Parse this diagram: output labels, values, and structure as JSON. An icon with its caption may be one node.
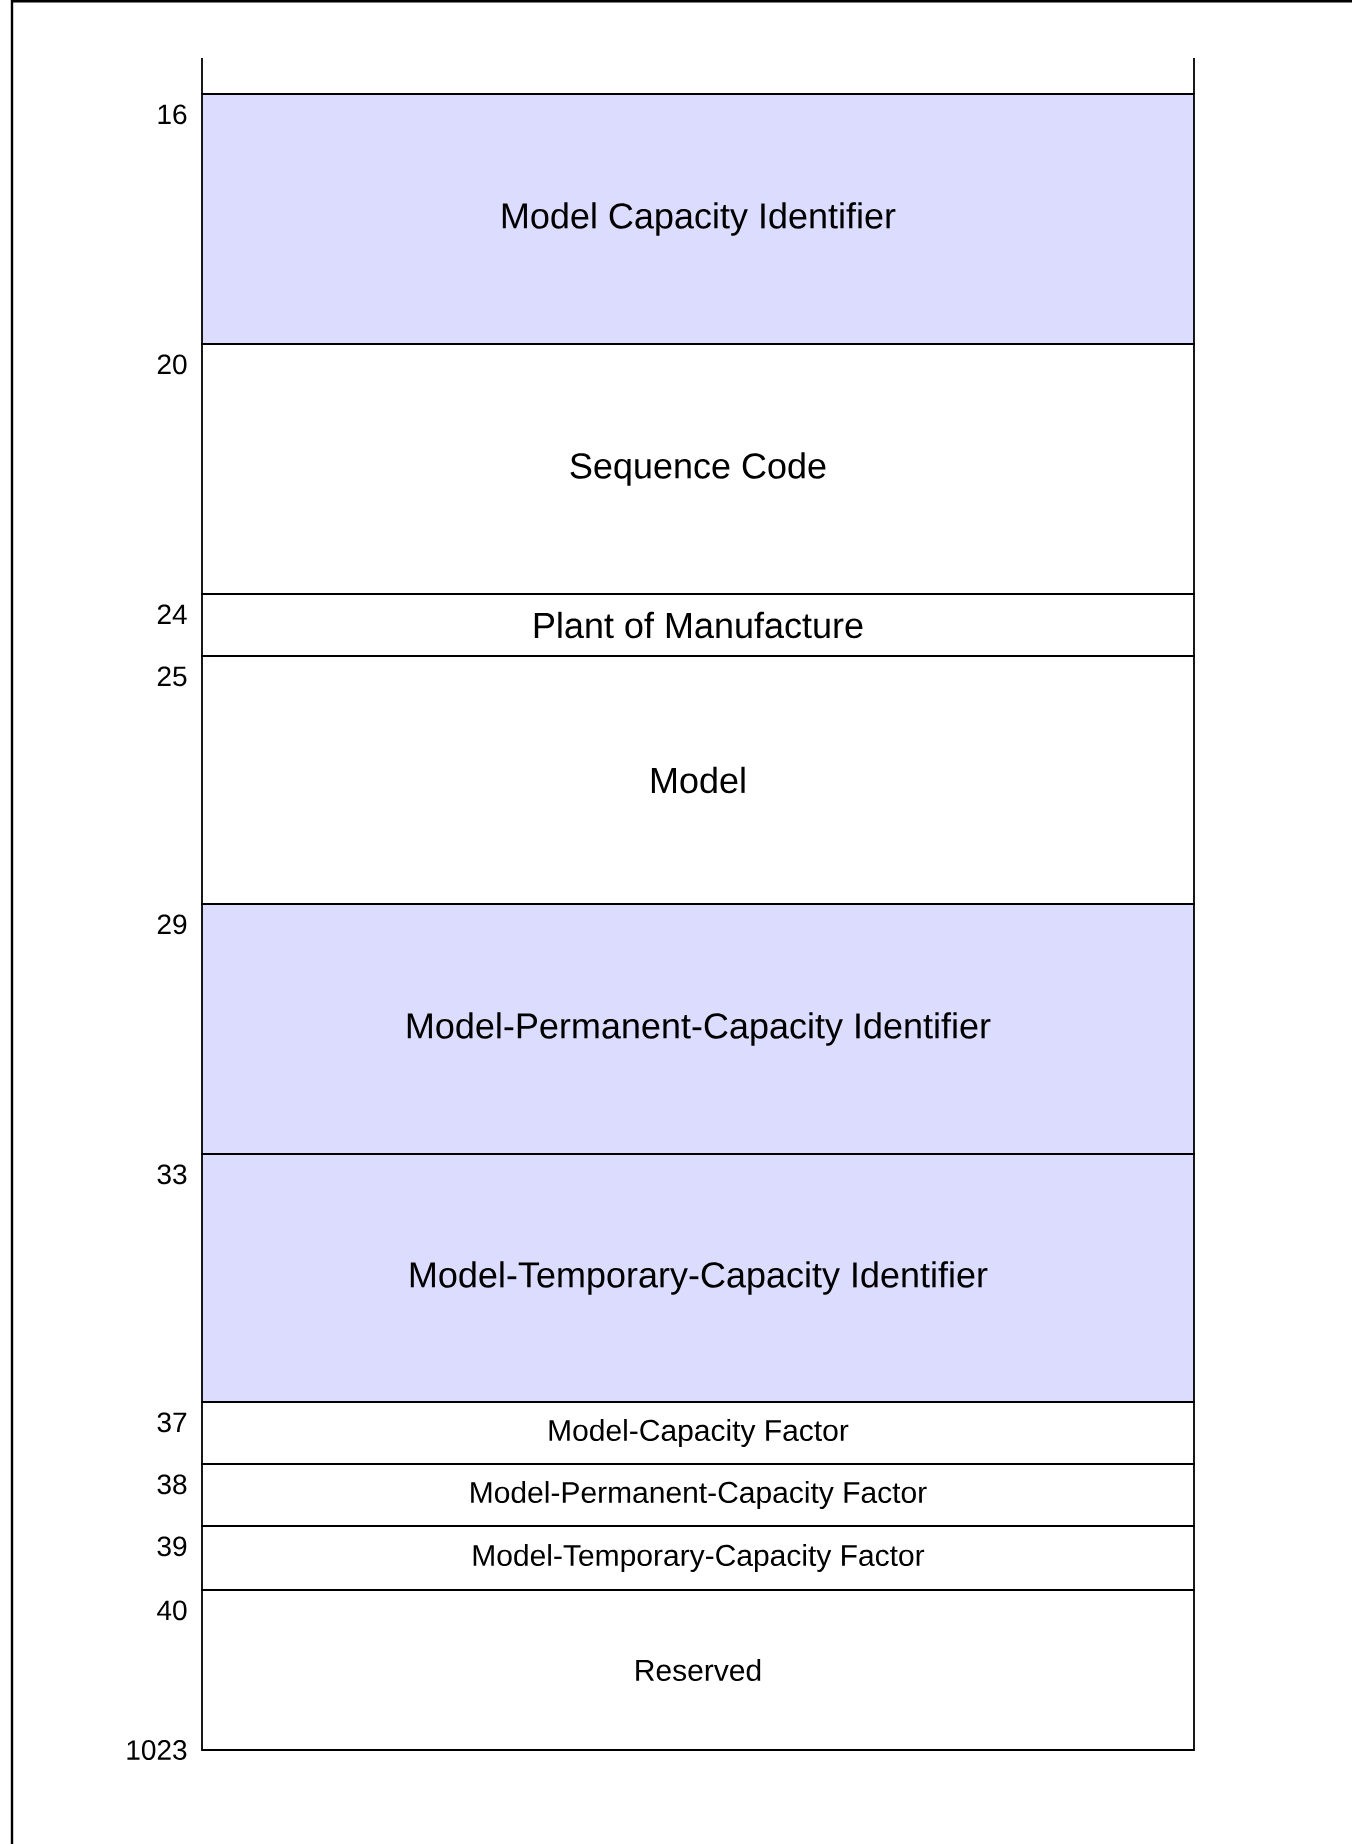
{
  "diagram": {
    "nodes": [
      {
        "text": [
          "Model Capacity Identifier"
        ],
        "beside": [
          "16"
        ]
      },
      {
        "text": [
          "Sequence Code"
        ],
        "beside": [
          "20"
        ]
      },
      {
        "text": [
          "Plant of Manufacture"
        ],
        "beside": [
          "24"
        ]
      },
      {
        "text": [
          "Model"
        ],
        "beside": [
          "25"
        ]
      },
      {
        "text": [
          "Model-Permanent-Capacity Identifier"
        ],
        "beside": [
          "29"
        ]
      },
      {
        "text": [
          "Model-Temporary-Capacity Identifier"
        ],
        "beside": [
          "33"
        ]
      },
      {
        "text": [
          "Model-Capacity Factor"
        ],
        "beside": [
          "37"
        ]
      },
      {
        "text": [
          "Model-Permanent-Capacity Factor"
        ],
        "beside": [
          "38"
        ]
      },
      {
        "text": [
          "Model-Temporary-Capacity Factor"
        ],
        "beside": [
          "39"
        ]
      },
      {
        "text": [
          "Reserved"
        ],
        "beside": [
          "40"
        ]
      }
    ],
    "labels": [
      "1023"
    ]
  }
}
